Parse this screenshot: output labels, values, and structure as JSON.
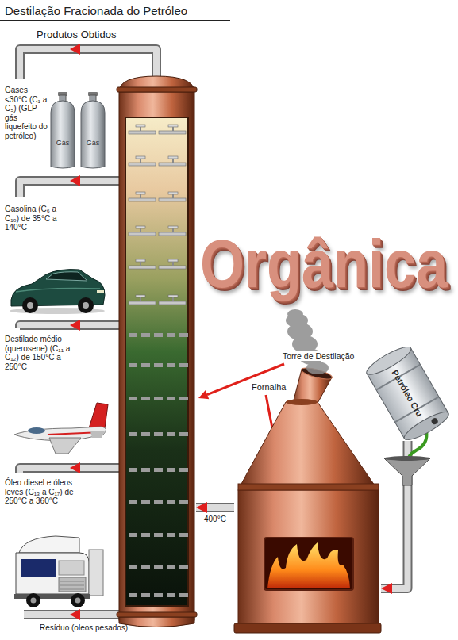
{
  "diagram": {
    "title": "Destilação Fracionada do Petróleo",
    "nodes": [
      {
        "text": [
          "Gás"
        ]
      },
      {
        "text": [
          "Gás"
        ]
      },
      {
        "text": [
          "Torre de Destilação"
        ]
      },
      {
        "text": [
          "Fornalha"
        ]
      },
      {
        "text": [
          "Petróleo Cru"
        ]
      }
    ],
    "edges": [
      {
        "from": 4,
        "to": 3,
        "arrow": "to"
      },
      {
        "from": 3,
        "to": 2,
        "label": "400°C",
        "arrow": "to"
      }
    ],
    "labels": [
      "Produtos Obtidos",
      "Gases <30°C (C₁ a C₅) (GLP - gás liquefeito do petróleo)",
      "Gasolina (C₆ a C₁₀) de 35°C a 140°C",
      "Destilado médio (querosene) (C₁₁ a C₁₂) de 150°C a 250°C",
      "Óleo diesel e óleos leves (C₁₃ a C₁₇) de 250°C a 360°C",
      "Resíduo (oleos pesados)",
      "Orgânica"
    ]
  }
}
